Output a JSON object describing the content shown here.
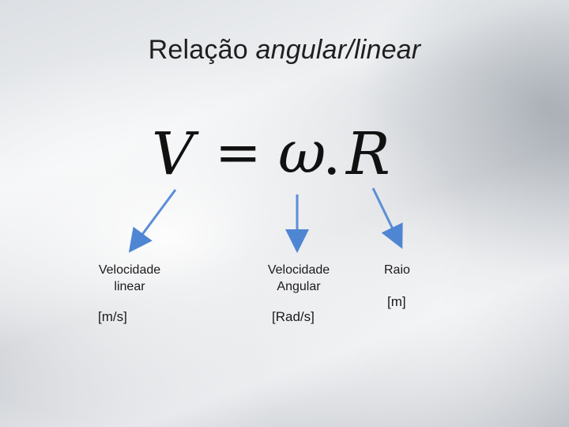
{
  "title": {
    "main": "Relação",
    "emphasis": "angular/linear"
  },
  "formula": {
    "v": "V",
    "equals": "=",
    "omega": "ω",
    "dot": ".",
    "r": "R"
  },
  "terms": [
    {
      "label_line1": "Velocidade",
      "label_line2": "linear",
      "unit": "[m/s]"
    },
    {
      "label_line1": "Velocidade",
      "label_line2": "Angular",
      "unit": "[Rad/s]"
    },
    {
      "label_line1": "Raio",
      "label_line2": "",
      "unit": "[m]"
    }
  ],
  "colors": {
    "arrow": "#5b8ed6",
    "arrow_stroke": "#4a7cc4"
  }
}
